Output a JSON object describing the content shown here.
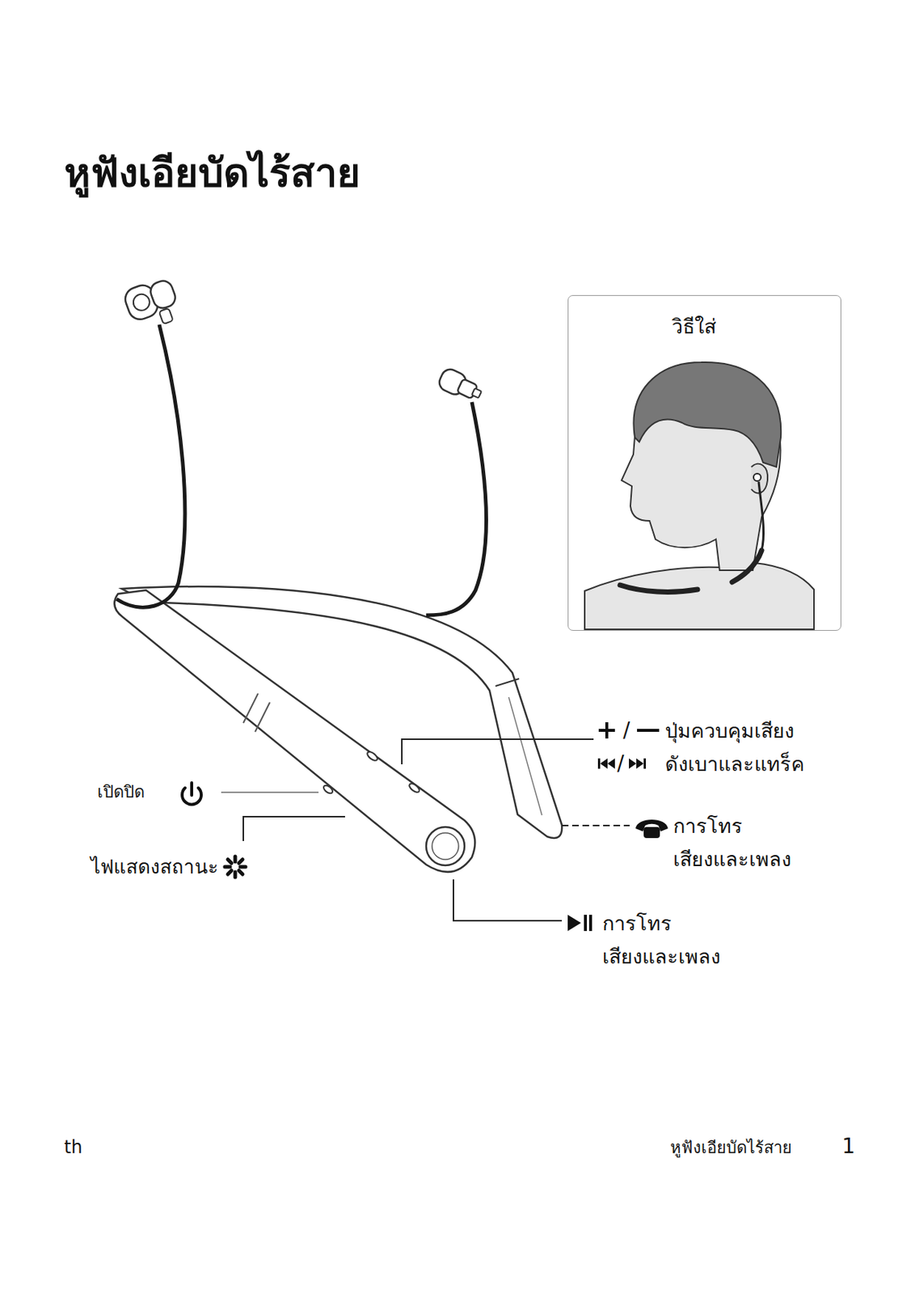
{
  "diagram": {
    "title": "หูฟังเอียบัดไร้สาย",
    "nodes": [
      {
        "text": [
          "วิธีใส่"
        ]
      }
    ],
    "labels": [
      "เปิดปิด",
      "ไฟแสดงสถานะ",
      "/",
      "ปุ่มควบคุมเสียง ดังเบาและแทร็ค",
      "/",
      "การโทร เสียงและเพลง",
      "การโทร เสียงและเพลง",
      "th",
      "หูฟังเอียบัดไร้สาย",
      "1"
    ]
  }
}
